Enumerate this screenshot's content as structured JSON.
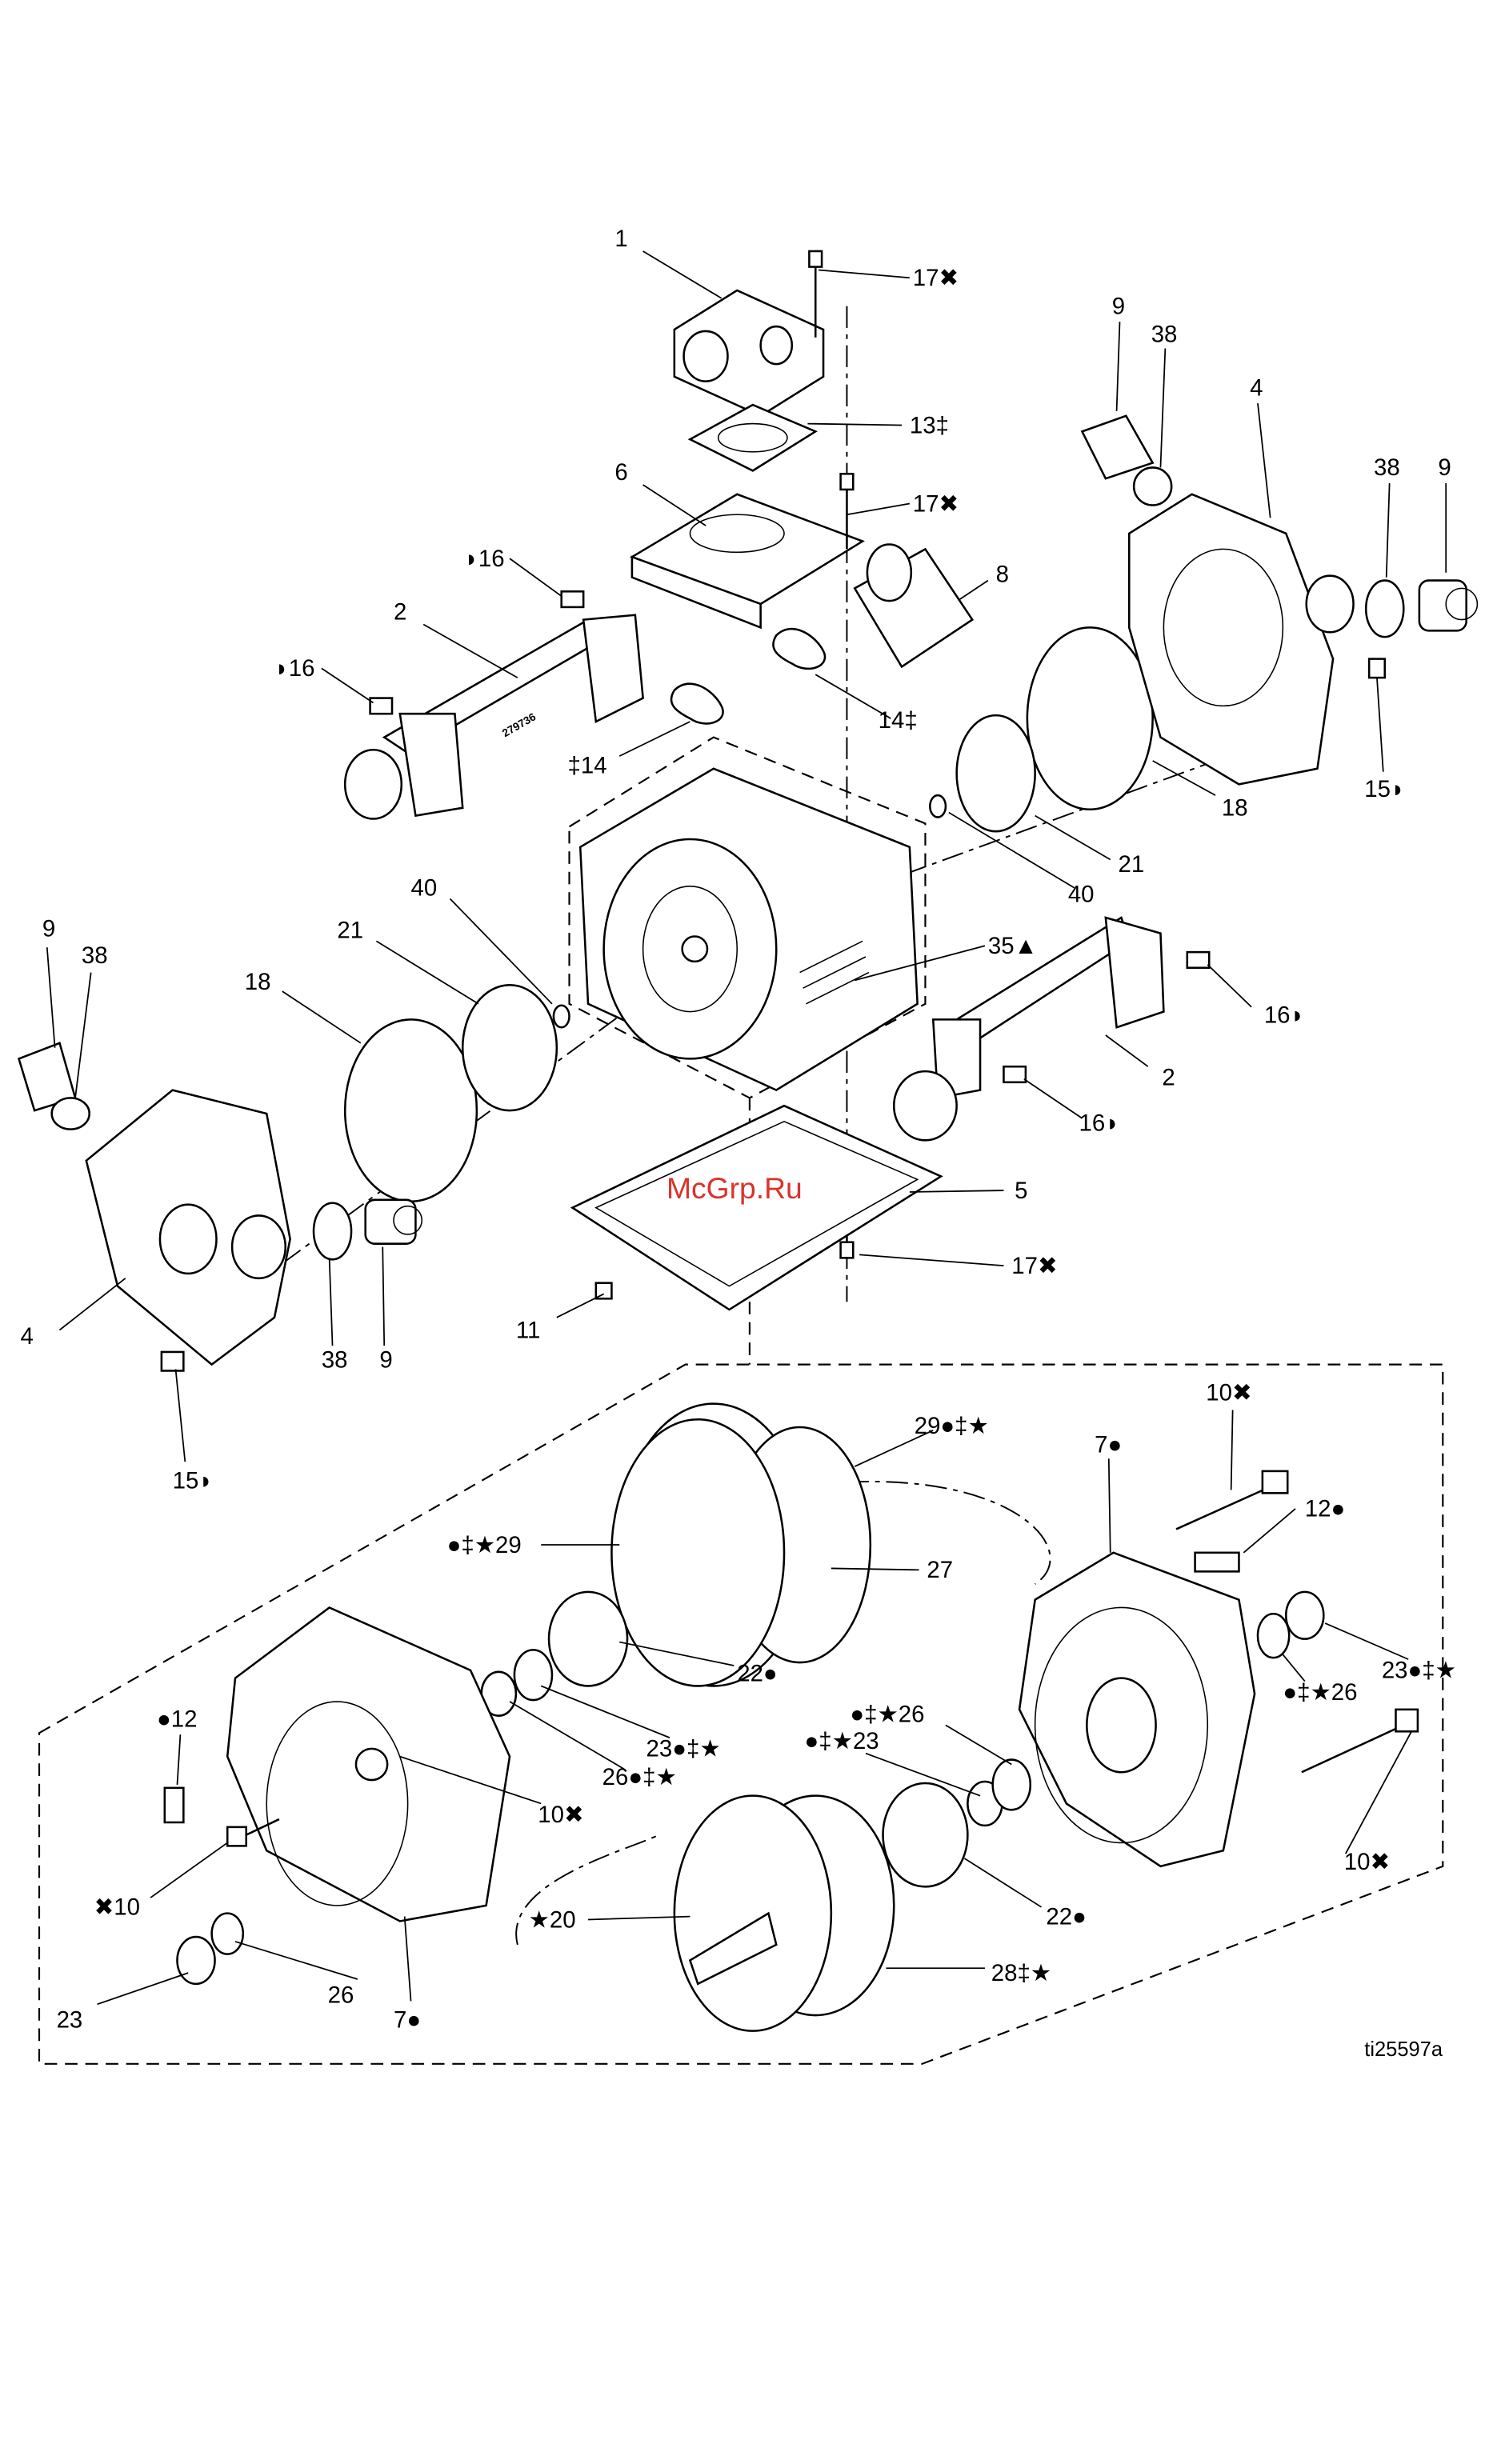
{
  "diagram": {
    "figure_id": "ti25597a",
    "watermark": "McGrp.Ru",
    "part_marking": "279736",
    "callouts": [
      "1",
      "17✖",
      "13‡",
      "9",
      "38",
      "4",
      "38",
      "9",
      "6",
      "17✖",
      "8",
      "◗16",
      "2",
      "◗16",
      "14‡",
      "‡14",
      "15◗",
      "18",
      "21",
      "40",
      "40",
      "21",
      "35▲",
      "9",
      "38",
      "18",
      "16◗",
      "2",
      "16◗",
      "5",
      "17✖",
      "4",
      "38",
      "9",
      "11",
      "15◗",
      "10✖",
      "29●‡★",
      "7●",
      "12●",
      "●‡★29",
      "27",
      "23●‡★",
      "22●",
      "●‡★26",
      "●12",
      "●‡★26",
      "23●‡★",
      "●‡★23",
      "26●‡★",
      "10✖",
      "10✖",
      "✖10",
      "22●",
      "★20",
      "26",
      "28‡★",
      "23",
      "7●"
    ]
  }
}
